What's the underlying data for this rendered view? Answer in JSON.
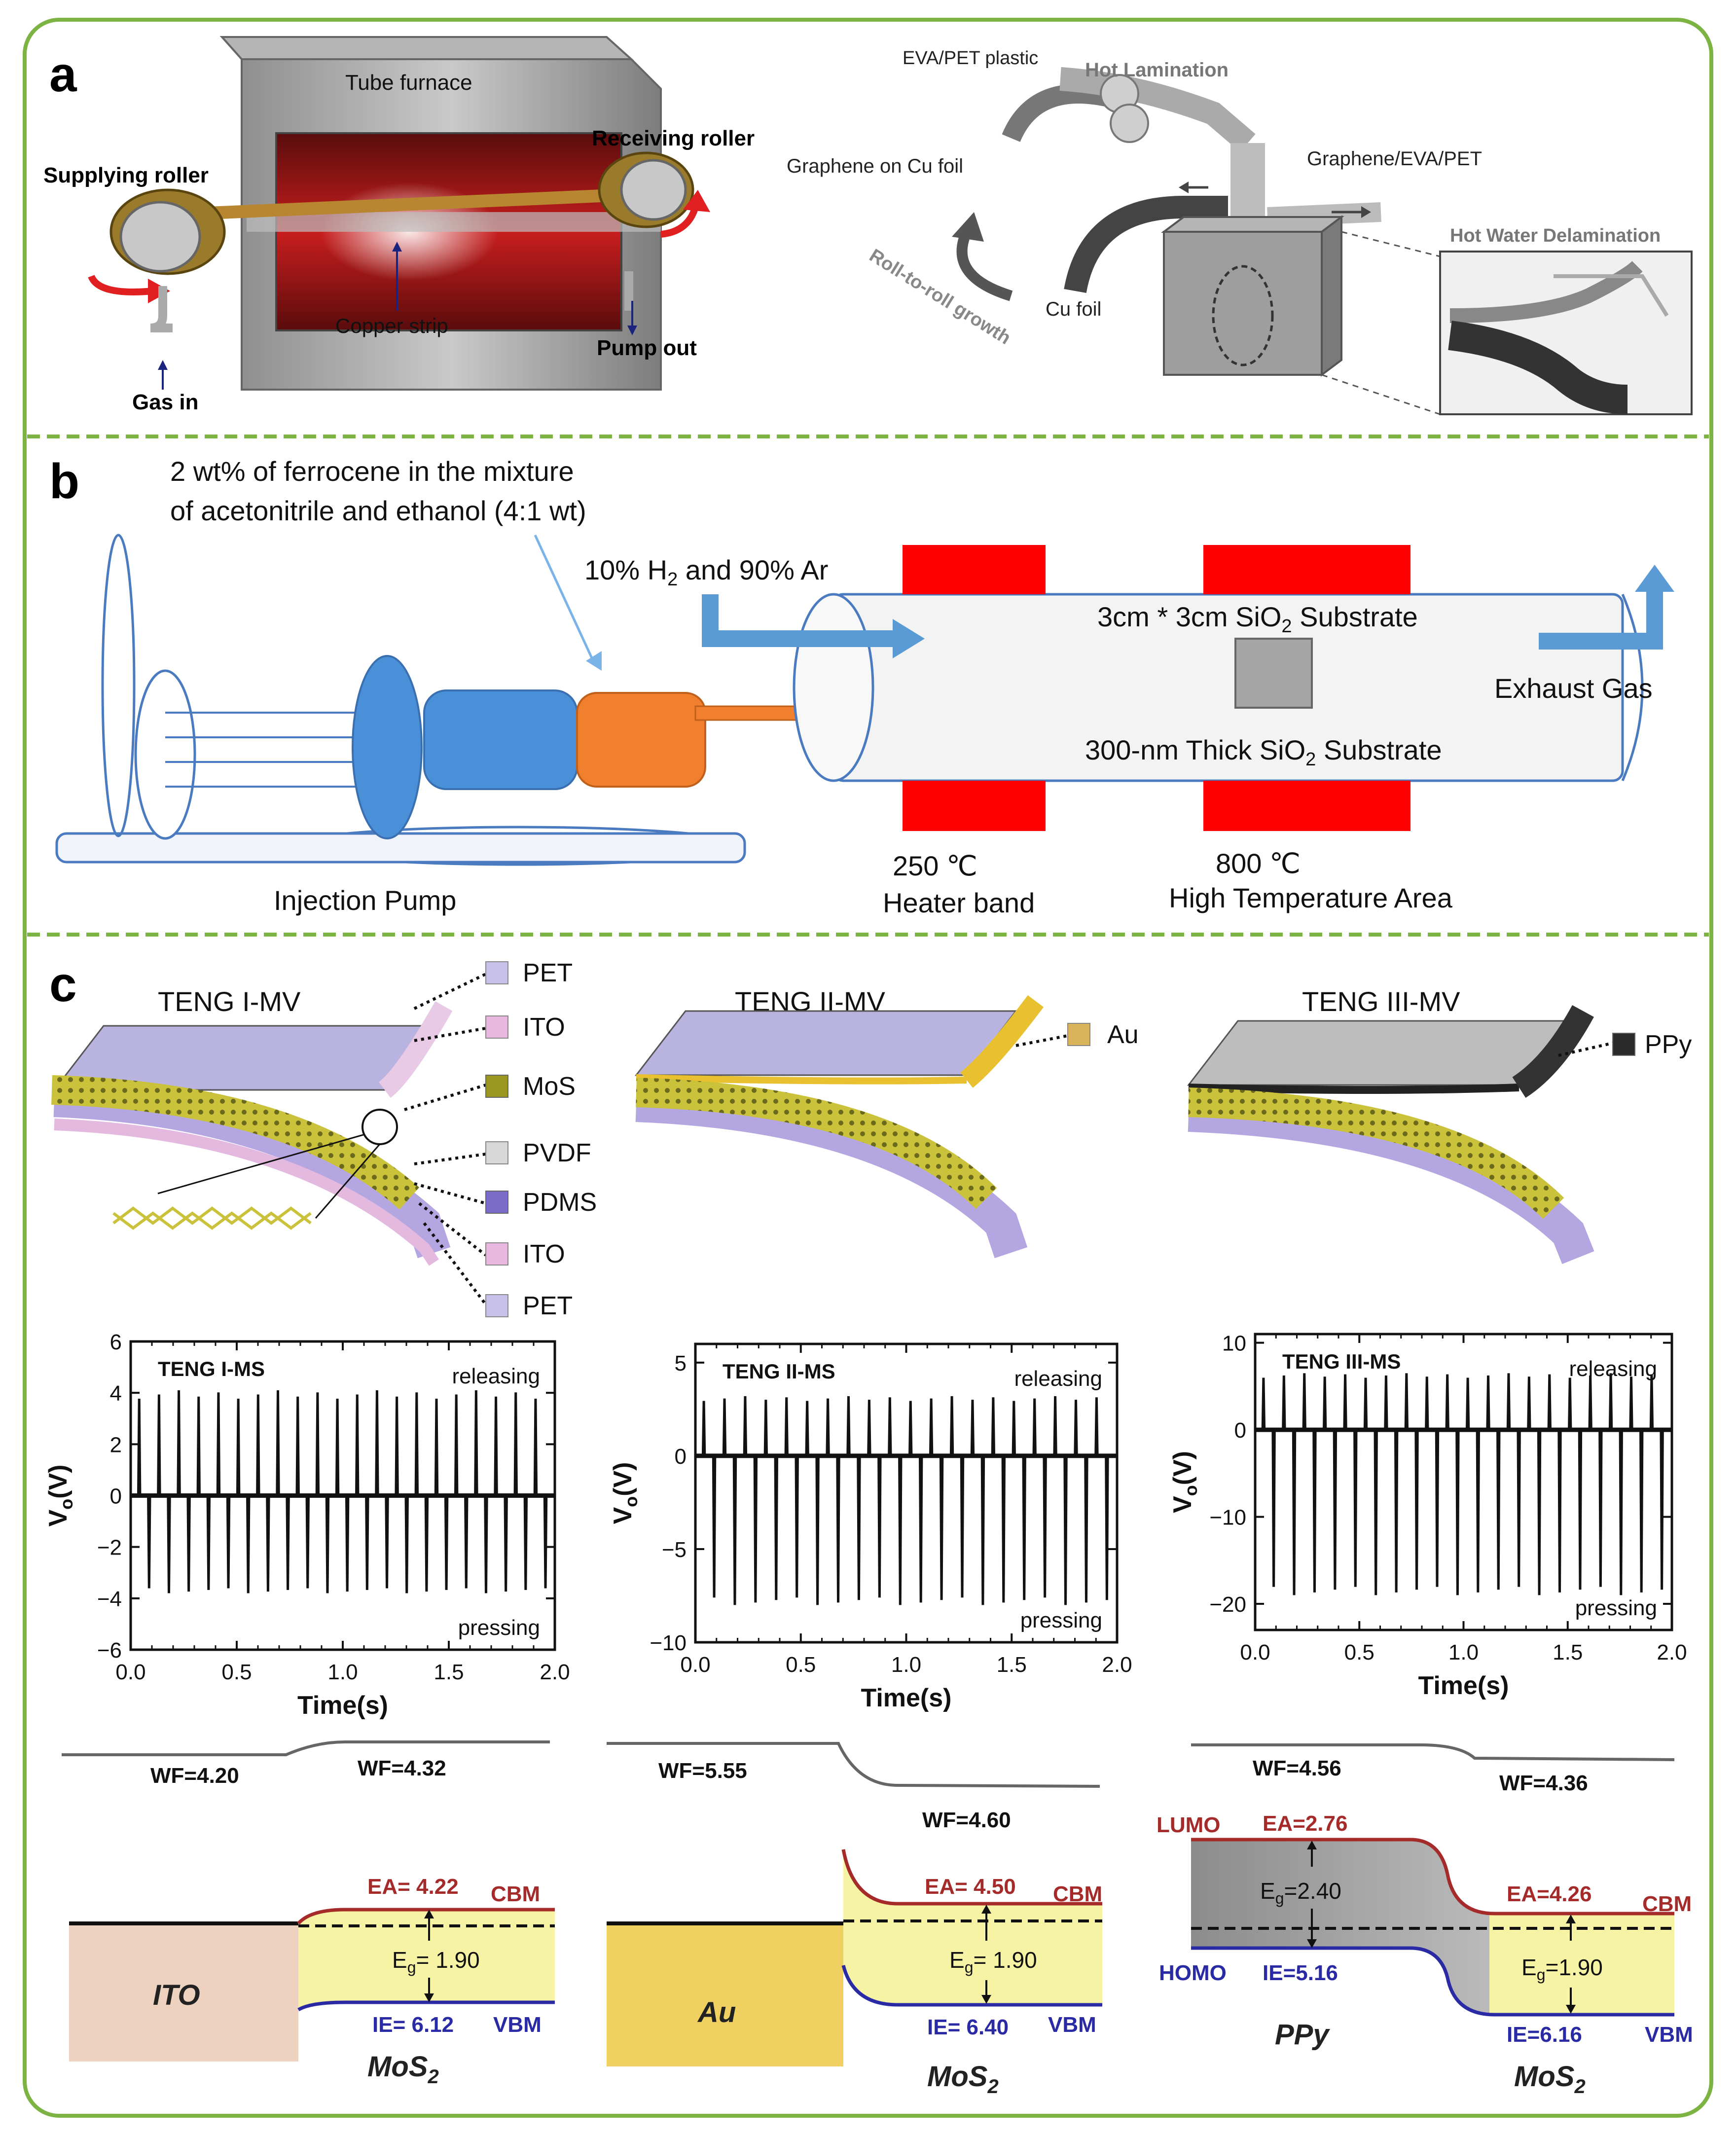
{
  "colors": {
    "frame": "#7cb342",
    "heater": "#ff0000",
    "pump_blue": "#4a90d9",
    "pump_orange": "#f07f2e",
    "arrow_blue": "#5b9bd5",
    "ito": "#edd3bf",
    "au": "#f0d060",
    "mos2": "#f7f3a4",
    "ppy": "#9a9a9a",
    "cbm_red": "#a52a2a",
    "vbm_blue": "#2a2aa5"
  },
  "panel_a": {
    "label": "a",
    "tube_furnace": "Tube furnace",
    "supplying_roller": "Supplying roller",
    "receiving_roller": "Receiving roller",
    "copper_strip": "Copper strip",
    "pump_out": "Pump out",
    "gas_in": "Gas in",
    "eva_pet": "EVA/PET plastic",
    "hot_lamination": "Hot Lamination",
    "graphene_cu": "Graphene on Cu foil",
    "graphene_eva": "Graphene/EVA/PET",
    "hot_water": "Hot Water Delamination",
    "r2r": "Roll-to-roll growth",
    "cu_foil": "Cu foil"
  },
  "panel_b": {
    "label": "b",
    "ferrocene_1": "2 wt% of ferrocene in the mixture",
    "ferrocene_2": "of acetonitrile and ethanol (4:1 wt)",
    "gas_a": "10% H",
    "gas_sub": "2",
    "gas_b": " and 90% Ar",
    "sub3_a": "3cm * 3cm SiO",
    "sub3_sub": "2",
    "sub3_b": " Substrate",
    "sub300_a": "300-nm Thick SiO",
    "sub300_sub": "2",
    "sub300_b": " Substrate",
    "exhaust": "Exhaust Gas",
    "injection": "Injection Pump",
    "t250": "250 ℃",
    "heater_band": "Heater band",
    "t800": "800 ℃",
    "high_temp": "High Temperature Area"
  },
  "panel_c": {
    "label": "c",
    "teng1": "TENG I-MV",
    "teng2": "TENG II-MV",
    "teng3": "TENG III-MV",
    "layers": [
      "PET",
      "ITO",
      "MoS",
      "PVDF",
      "PDMS",
      "ITO",
      "PET"
    ],
    "au": "Au",
    "ppy": "PPy"
  },
  "chart_data": [
    {
      "type": "line",
      "title": "TENG I-MS",
      "xlabel": "Time(s)",
      "ylabel_main": "V",
      "ylabel_sub": "o",
      "ylabel_unit": "(V)",
      "xlim": [
        0.0,
        2.0
      ],
      "ylim": [
        -6,
        6
      ],
      "xticks": [
        "0.0",
        "0.5",
        "1.0",
        "1.5",
        "2.0"
      ],
      "yticks": [
        6,
        4,
        2,
        0,
        -2,
        -4,
        -6
      ],
      "top_label": "releasing",
      "bottom_label": "pressing",
      "series": [
        {
          "pulses": 21,
          "peak": 4.1,
          "trough": -3.8,
          "baseline": 0
        }
      ]
    },
    {
      "type": "line",
      "title": "TENG II-MS",
      "xlabel": "Time(s)",
      "ylabel_main": "V",
      "ylabel_sub": "o",
      "ylabel_unit": "(V)",
      "xlim": [
        0.0,
        2.0
      ],
      "ylim": [
        -10,
        6
      ],
      "xticks": [
        "0.0",
        "0.5",
        "1.0",
        "1.5",
        "2.0"
      ],
      "yticks": [
        5,
        0,
        -5,
        -10
      ],
      "top_label": "releasing",
      "bottom_label": "pressing",
      "series": [
        {
          "pulses": 20,
          "peak": 3.2,
          "trough": -8.0,
          "baseline": 0
        }
      ]
    },
    {
      "type": "line",
      "title": "TENG III-MS",
      "xlabel": "Time(s)",
      "ylabel_main": "V",
      "ylabel_sub": "o",
      "ylabel_unit": "(V)",
      "xlim": [
        0.0,
        2.0
      ],
      "ylim": [
        -23,
        11
      ],
      "xticks": [
        "0.0",
        "0.5",
        "1.0",
        "1.5",
        "2.0"
      ],
      "yticks": [
        10,
        0,
        -10,
        -20
      ],
      "top_label": "releasing",
      "bottom_label": "pressing",
      "series": [
        {
          "pulses": 20,
          "peak": 6.5,
          "trough": -19.0,
          "baseline": 0
        }
      ]
    }
  ],
  "bands": {
    "b1": {
      "wf_left": "WF=4.20",
      "wf_right": "WF=4.32",
      "metal": "ITO",
      "ea": "EA= 4.22",
      "eg": "E",
      "eg_sub": "g",
      "eg_val": "= 1.90",
      "ie": "IE= 6.12",
      "cbm": "CBM",
      "vbm": "VBM",
      "semi": "MoS",
      "semi_sub": "2"
    },
    "b2": {
      "wf_left": "WF=5.55",
      "wf_right": "WF=4.60",
      "metal": "Au",
      "ea": "EA= 4.50",
      "eg": "E",
      "eg_sub": "g",
      "eg_val": "= 1.90",
      "ie": "IE= 6.40",
      "cbm": "CBM",
      "vbm": "VBM",
      "semi": "MoS",
      "semi_sub": "2"
    },
    "b3": {
      "wf_left": "WF=4.56",
      "wf_right": "WF=4.36",
      "lumo": "LUMO",
      "homo": "HOMO",
      "ea_l": "EA=2.76",
      "eg_l": "E",
      "eg_l_sub": "g",
      "eg_l_val": "=2.40",
      "ie_l": "IE=5.16",
      "ea_r": "EA=4.26",
      "eg_r": "E",
      "eg_r_sub": "g",
      "eg_r_val": "=1.90",
      "ie_r": "IE=6.16",
      "cbm": "CBM",
      "vbm": "VBM",
      "left_name": "PPy",
      "semi": "MoS",
      "semi_sub": "2"
    }
  }
}
